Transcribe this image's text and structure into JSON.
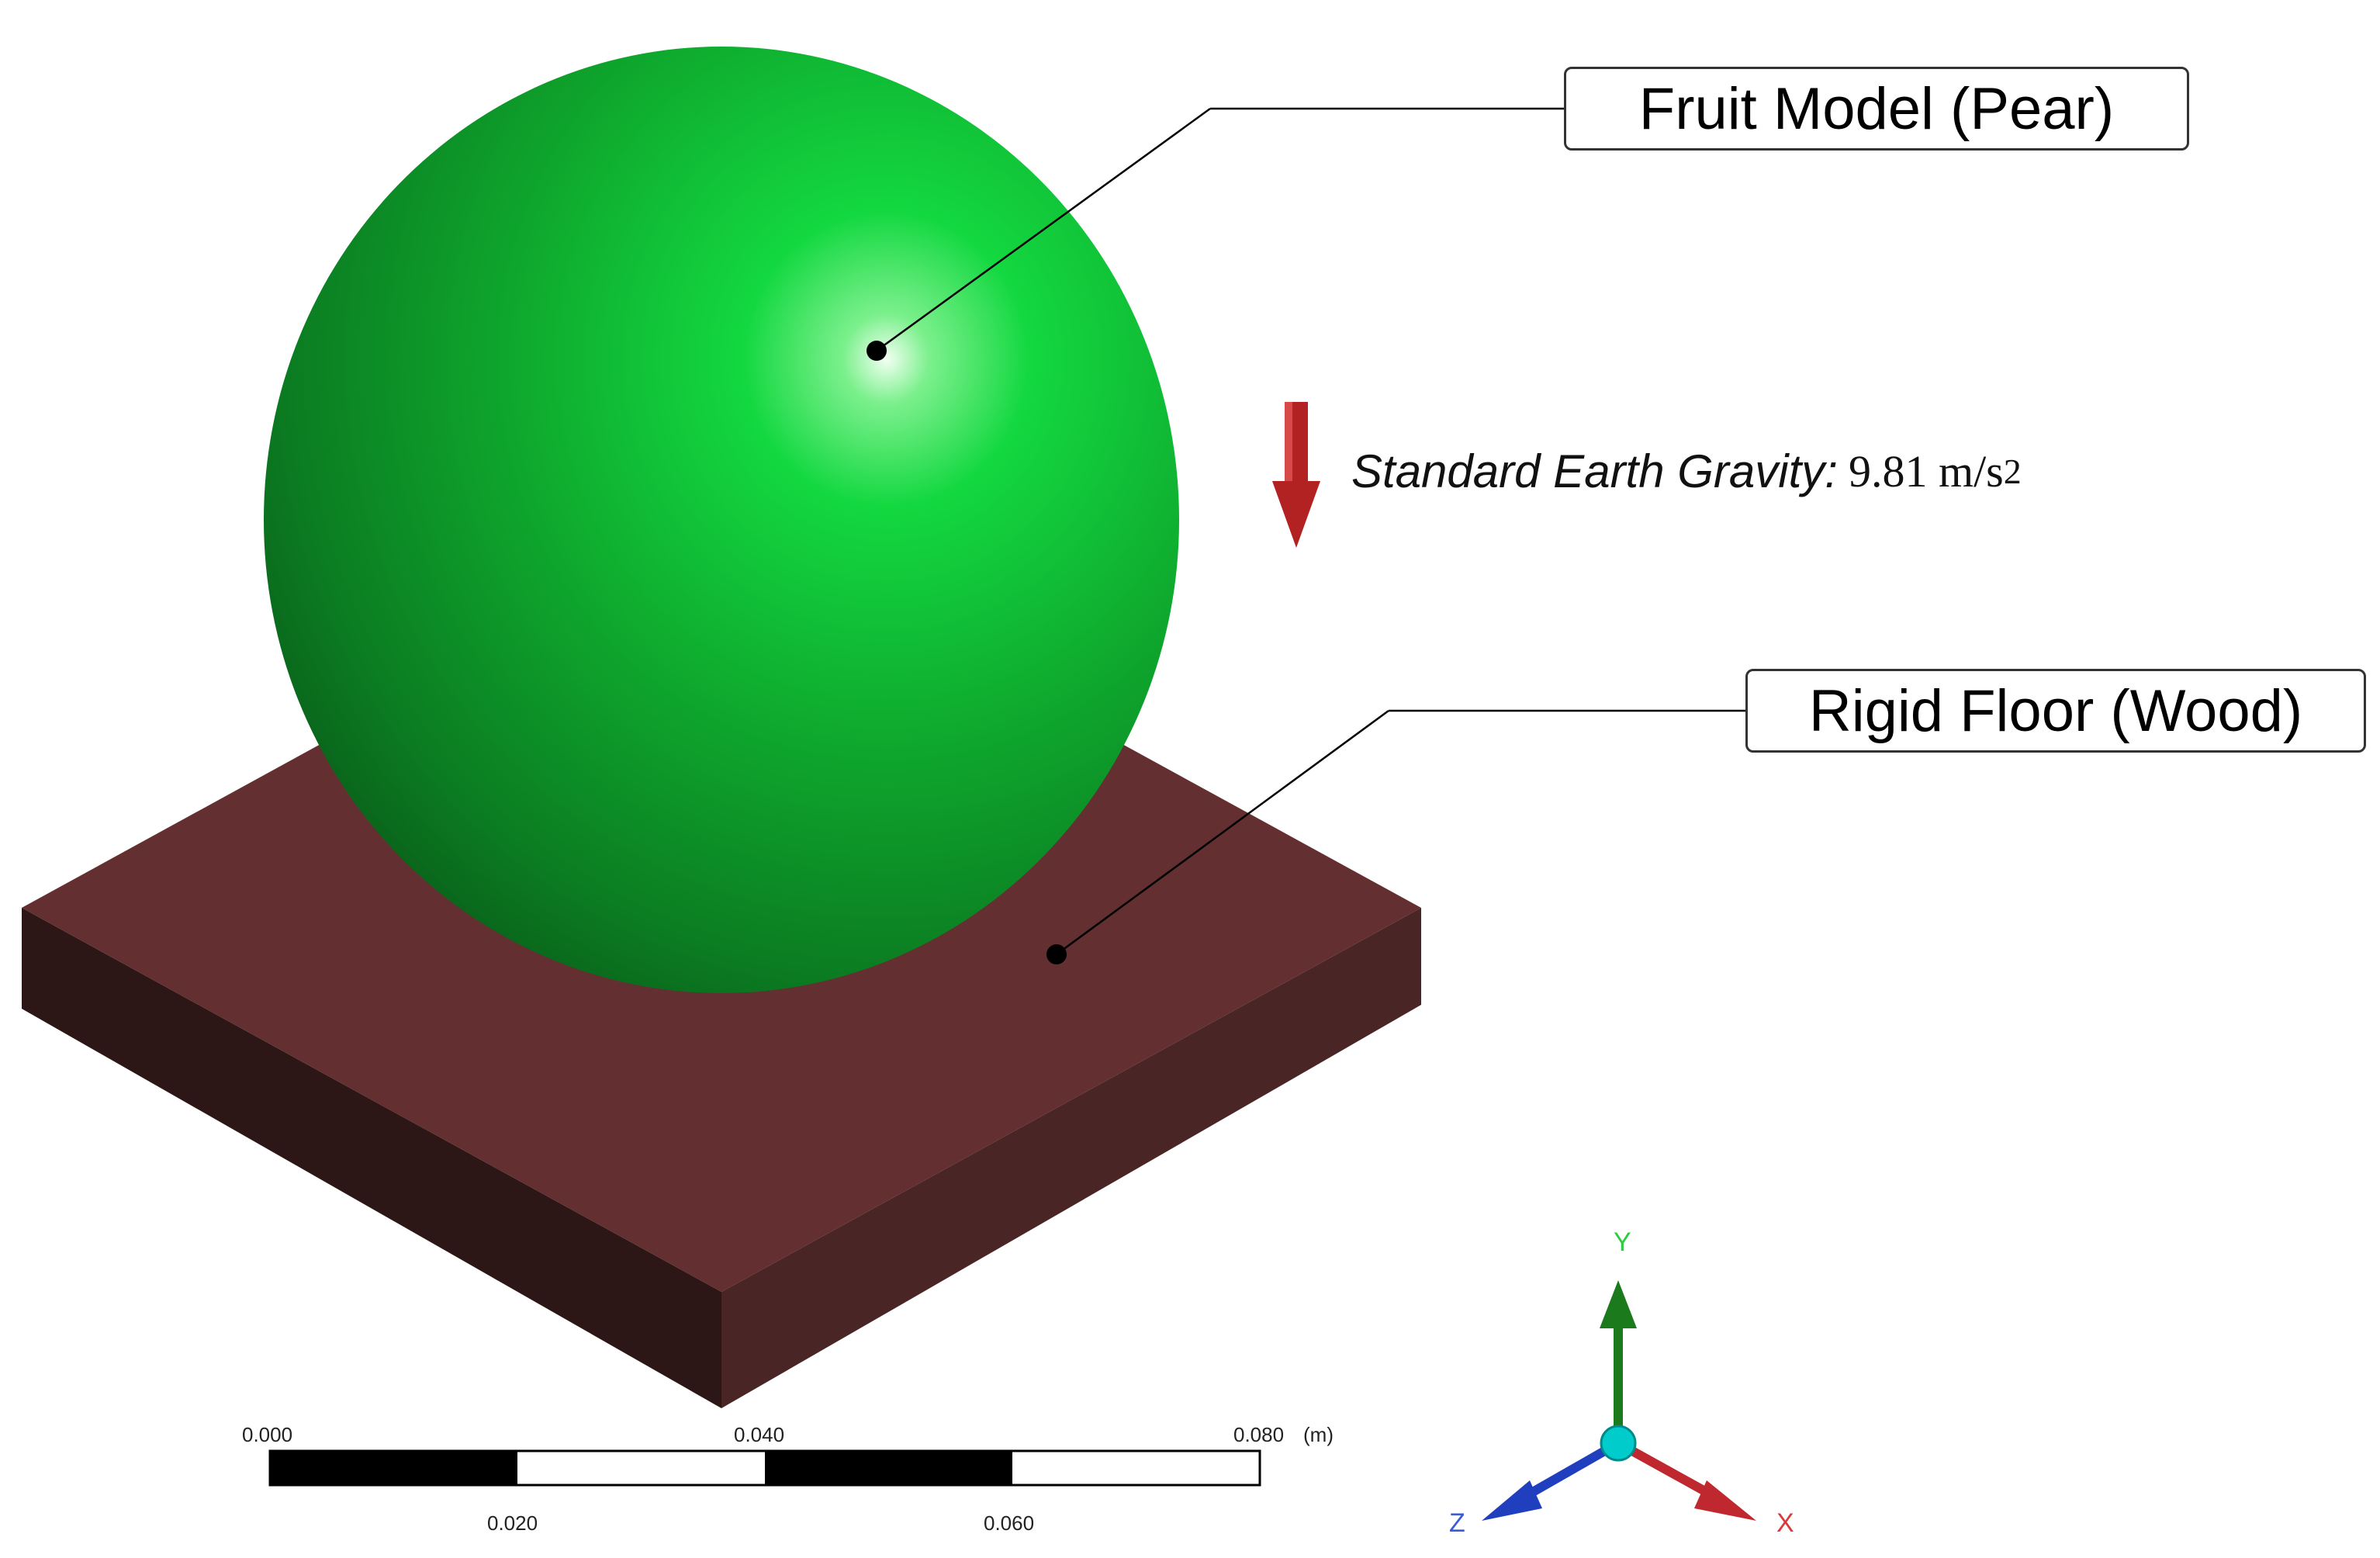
{
  "callouts": {
    "fruit": "Fruit Model (Pear)",
    "floor": "Rigid Floor (Wood)"
  },
  "gravity": {
    "label": "Standard Earth Gravity:",
    "value": "9.81 m/s",
    "exponent": "2",
    "arrow_color": "#b22222"
  },
  "scale_bar": {
    "ticks_top": [
      "0.000",
      "0.040",
      "0.080"
    ],
    "unit": "(m)",
    "ticks_bottom": [
      "0.020",
      "0.060"
    ]
  },
  "axes": {
    "y": "Y",
    "x": "X",
    "z": "Z",
    "y_color": "#1b7a1b",
    "x_color": "#c0282f",
    "z_color": "#1f3fbf",
    "origin_color": "#00cccc"
  },
  "colors": {
    "sphere": "#10b830",
    "floor_top": "#632f31",
    "floor_front_left": "#2c1616",
    "floor_front_right": "#4a2526"
  }
}
